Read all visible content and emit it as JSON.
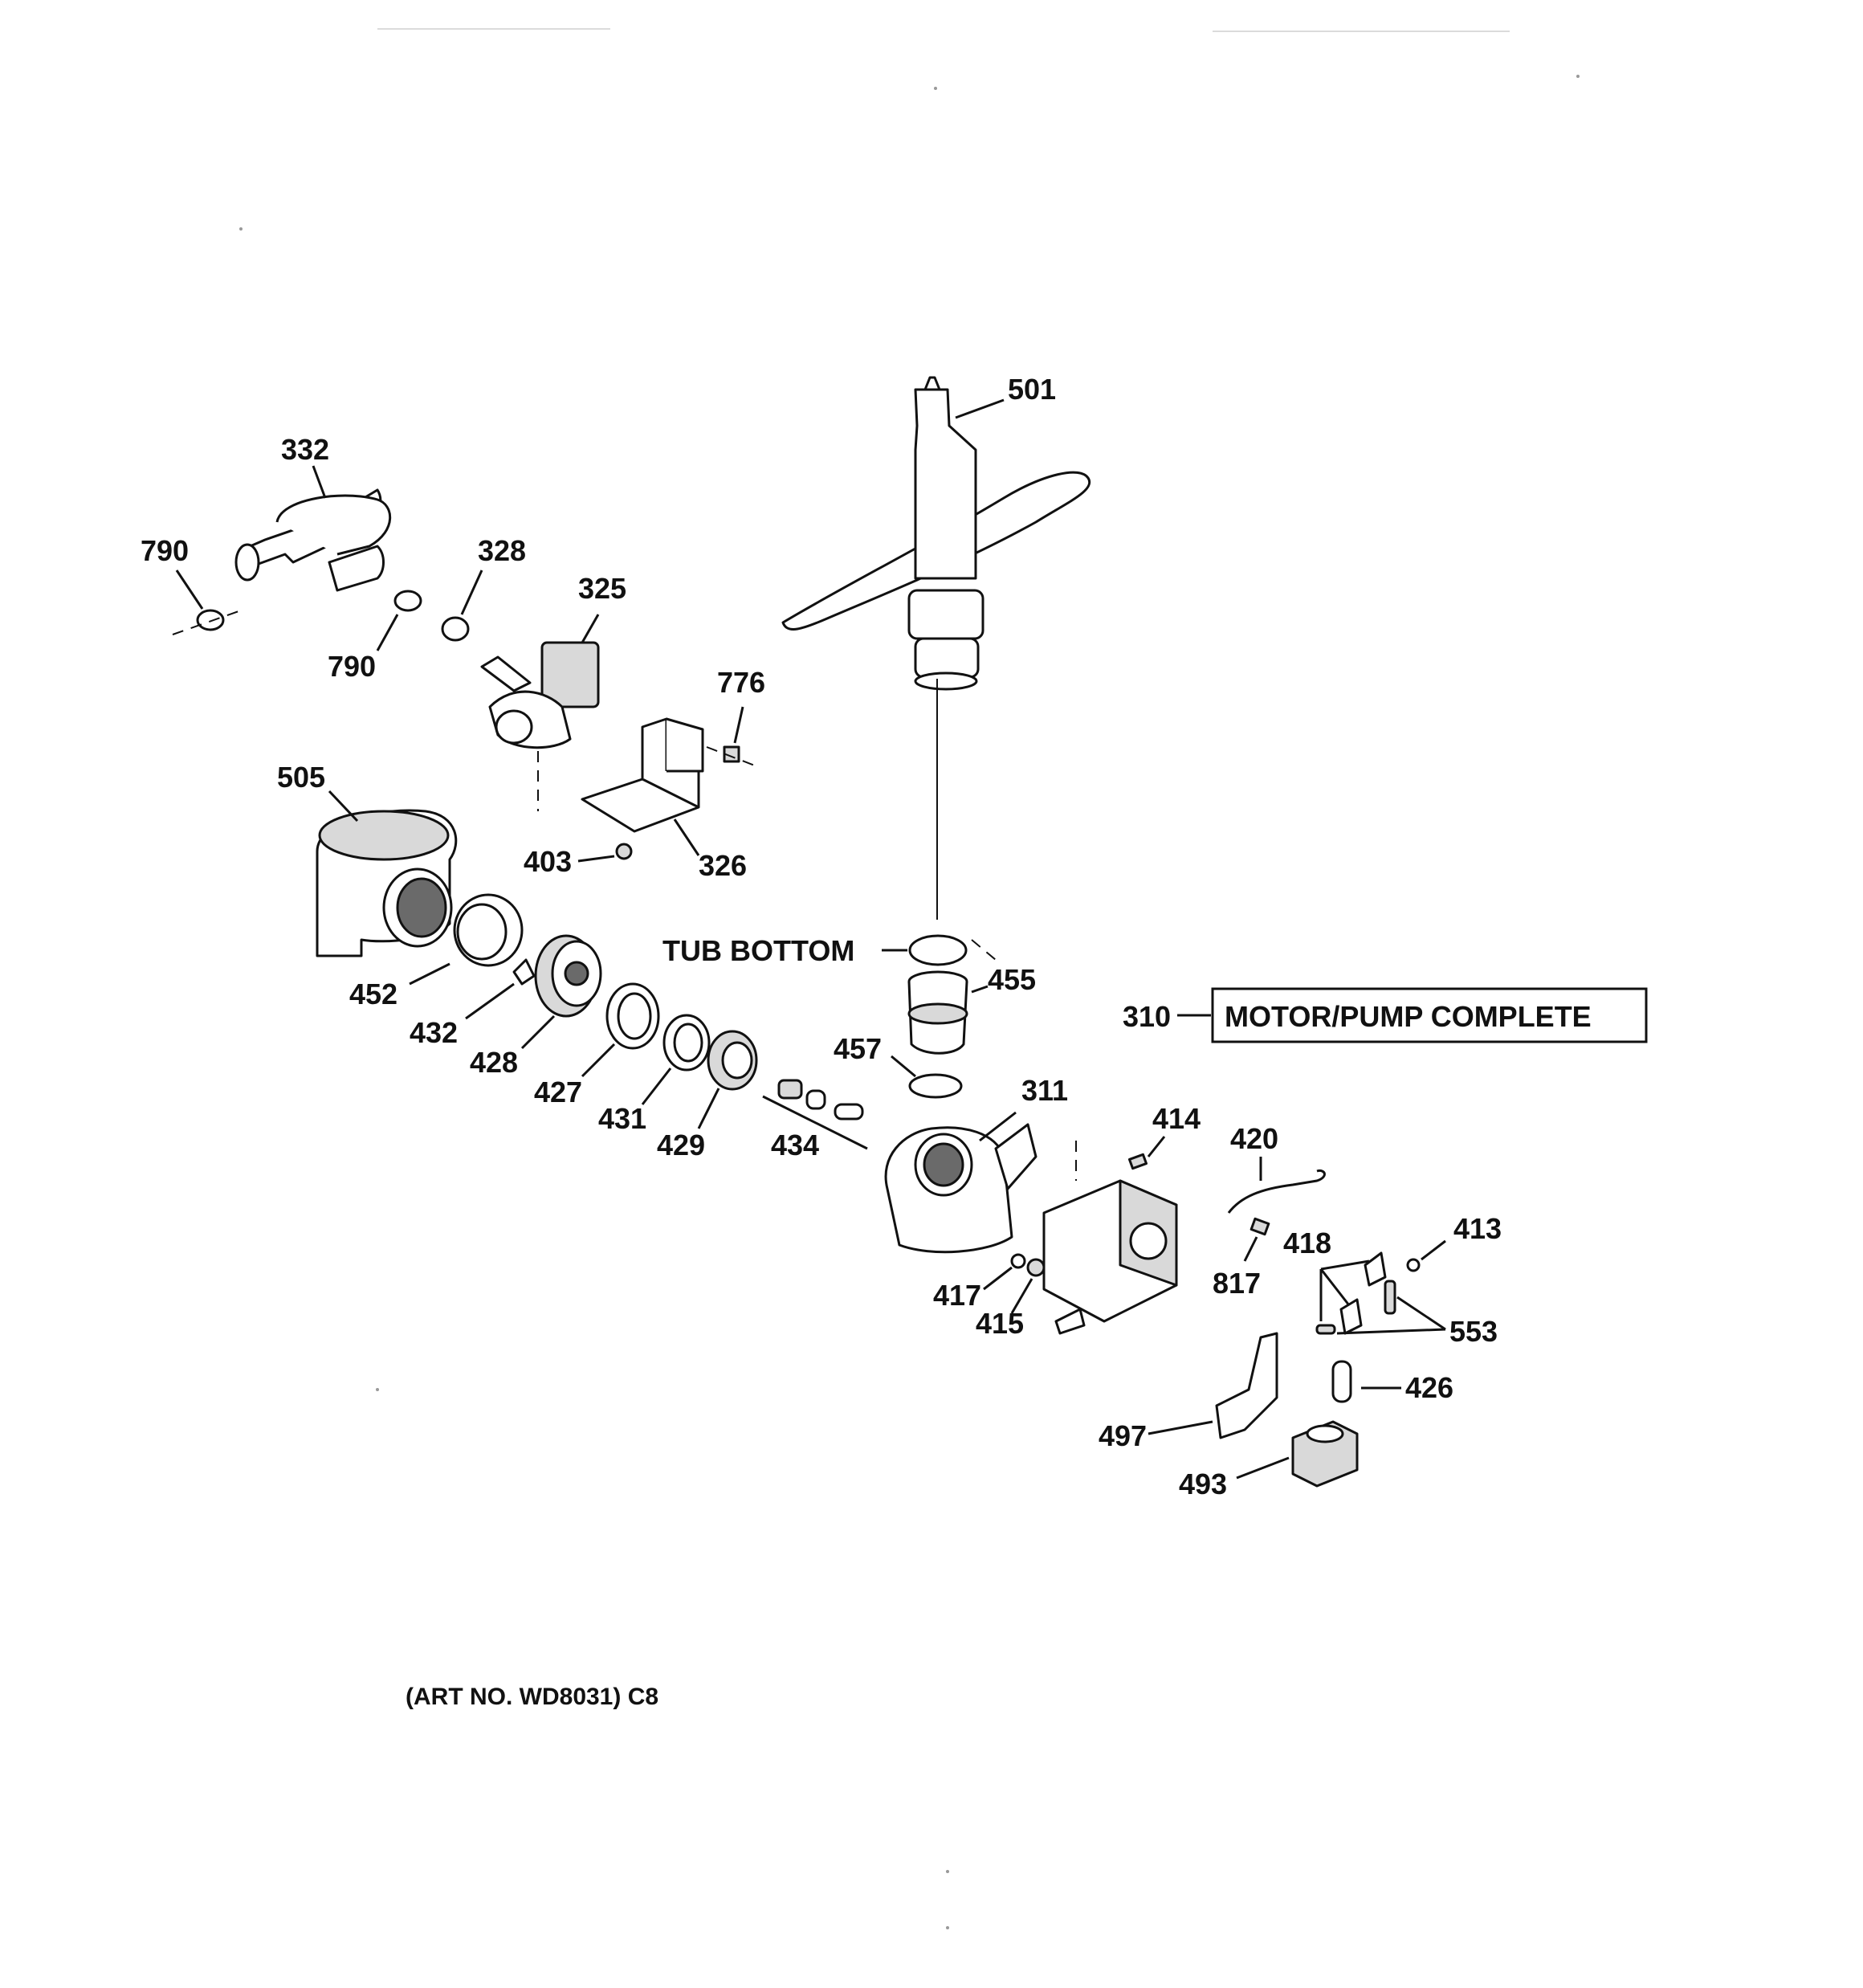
{
  "callouts": {
    "p501": "501",
    "p332": "332",
    "p790a": "790",
    "p790b": "790",
    "p328": "328",
    "p325": "325",
    "p776": "776",
    "p505": "505",
    "p403": "403",
    "p326": "326",
    "p452": "452",
    "p432": "432",
    "p428": "428",
    "p427": "427",
    "p431": "431",
    "p429": "429",
    "p434": "434",
    "p455": "455",
    "p457": "457",
    "p311": "311",
    "p414": "414",
    "p420": "420",
    "p413": "413",
    "p418": "418",
    "p817": "817",
    "p417": "417",
    "p415": "415",
    "p553": "553",
    "p426": "426",
    "p497": "497",
    "p493": "493",
    "p310": "310"
  },
  "tub_bottom_label": "TUB BOTTOM",
  "motor_pump_label": "MOTOR/PUMP COMPLETE",
  "art_number": "(ART NO. WD8031) C8"
}
